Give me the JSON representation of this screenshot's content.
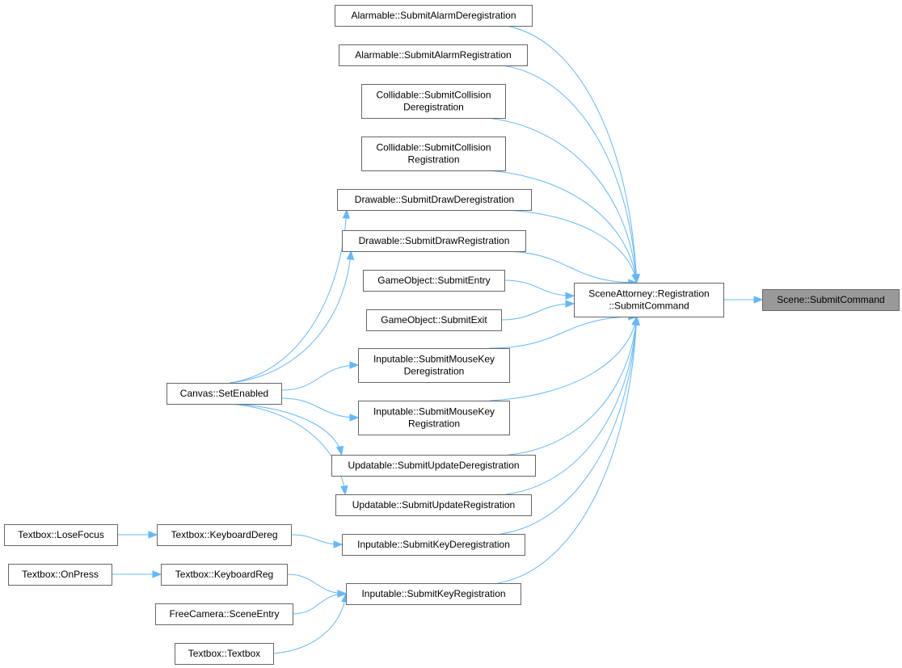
{
  "nodes": {
    "scene_submitcommand": {
      "lines": [
        "Scene::SubmitCommand"
      ],
      "focus": true
    },
    "sa_submitcommand": {
      "lines": [
        "SceneAttorney::Registration",
        "::SubmitCommand"
      ]
    },
    "alarm_dereg": {
      "lines": [
        "Alarmable::SubmitAlarmDeregistration"
      ]
    },
    "alarm_reg": {
      "lines": [
        "Alarmable::SubmitAlarmRegistration"
      ]
    },
    "coll_dereg": {
      "lines": [
        "Collidable::SubmitCollision",
        "Deregistration"
      ]
    },
    "coll_reg": {
      "lines": [
        "Collidable::SubmitCollision",
        "Registration"
      ]
    },
    "draw_dereg": {
      "lines": [
        "Drawable::SubmitDrawDeregistration"
      ]
    },
    "draw_reg": {
      "lines": [
        "Drawable::SubmitDrawRegistration"
      ]
    },
    "go_entry": {
      "lines": [
        "GameObject::SubmitEntry"
      ]
    },
    "go_exit": {
      "lines": [
        "GameObject::SubmitExit"
      ]
    },
    "inp_mk_dereg": {
      "lines": [
        "Inputable::SubmitMouseKey",
        "Deregistration"
      ]
    },
    "inp_mk_reg": {
      "lines": [
        "Inputable::SubmitMouseKey",
        "Registration"
      ]
    },
    "upd_dereg": {
      "lines": [
        "Updatable::SubmitUpdateDeregistration"
      ]
    },
    "upd_reg": {
      "lines": [
        "Updatable::SubmitUpdateRegistration"
      ]
    },
    "inp_key_dereg": {
      "lines": [
        "Inputable::SubmitKeyDeregistration"
      ]
    },
    "inp_key_reg": {
      "lines": [
        "Inputable::SubmitKeyRegistration"
      ]
    },
    "canvas_setenabled": {
      "lines": [
        "Canvas::SetEnabled"
      ]
    },
    "tb_losefocus": {
      "lines": [
        "Textbox::LoseFocus"
      ]
    },
    "tb_kbdereg": {
      "lines": [
        "Textbox::KeyboardDereg"
      ]
    },
    "tb_onpress": {
      "lines": [
        "Textbox::OnPress"
      ]
    },
    "tb_kbreg": {
      "lines": [
        "Textbox::KeyboardReg"
      ]
    },
    "freecam_sceneentry": {
      "lines": [
        "FreeCamera::SceneEntry"
      ]
    },
    "tb_textbox": {
      "lines": [
        "Textbox::Textbox"
      ]
    }
  },
  "edges": [
    [
      "sa_submitcommand",
      "scene_submitcommand"
    ],
    [
      "alarm_dereg",
      "sa_submitcommand"
    ],
    [
      "alarm_reg",
      "sa_submitcommand"
    ],
    [
      "coll_dereg",
      "sa_submitcommand"
    ],
    [
      "coll_reg",
      "sa_submitcommand"
    ],
    [
      "draw_dereg",
      "sa_submitcommand"
    ],
    [
      "draw_reg",
      "sa_submitcommand"
    ],
    [
      "go_entry",
      "sa_submitcommand"
    ],
    [
      "go_exit",
      "sa_submitcommand"
    ],
    [
      "inp_mk_dereg",
      "sa_submitcommand"
    ],
    [
      "inp_mk_reg",
      "sa_submitcommand"
    ],
    [
      "upd_dereg",
      "sa_submitcommand"
    ],
    [
      "upd_reg",
      "sa_submitcommand"
    ],
    [
      "inp_key_dereg",
      "sa_submitcommand"
    ],
    [
      "inp_key_reg",
      "sa_submitcommand"
    ],
    [
      "canvas_setenabled",
      "draw_dereg"
    ],
    [
      "canvas_setenabled",
      "draw_reg"
    ],
    [
      "canvas_setenabled",
      "inp_mk_dereg"
    ],
    [
      "canvas_setenabled",
      "inp_mk_reg"
    ],
    [
      "canvas_setenabled",
      "upd_dereg"
    ],
    [
      "canvas_setenabled",
      "upd_reg"
    ],
    [
      "tb_losefocus",
      "tb_kbdereg"
    ],
    [
      "tb_kbdereg",
      "inp_key_dereg"
    ],
    [
      "tb_onpress",
      "tb_kbreg"
    ],
    [
      "tb_kbreg",
      "inp_key_reg"
    ],
    [
      "freecam_sceneentry",
      "inp_key_reg"
    ],
    [
      "tb_textbox",
      "inp_key_reg"
    ]
  ],
  "colors": {
    "edge": "#63b8ff",
    "node_border": "#666666",
    "focus_fill": "#999999",
    "node_fill": "#ffffff"
  }
}
